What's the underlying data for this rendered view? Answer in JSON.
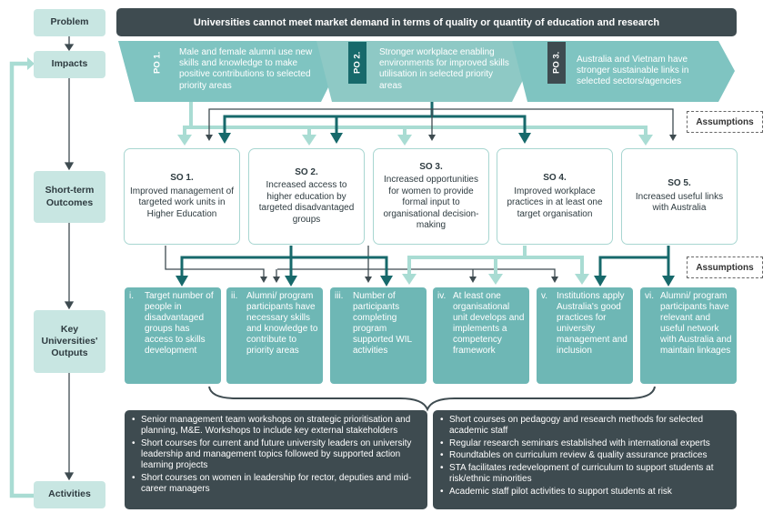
{
  "labels": {
    "problem": "Problem",
    "impacts": "Impacts",
    "short_term": "Short-term Outcomes",
    "outputs": "Key Universities' Outputs",
    "activities": "Activities"
  },
  "problem": "Universities cannot meet market demand in terms of quality or quantity of education and research",
  "impacts": [
    {
      "tag": "PO 1.",
      "text": "Male and female alumni use new skills and knowledge to make positive contributions to selected priority areas"
    },
    {
      "tag": "PO 2.",
      "text": "Stronger workplace enabling environments for improved skills utilisation in selected priority areas"
    },
    {
      "tag": "PO 3.",
      "text": "Australia and Vietnam have stronger sustainable links in selected sectors/agencies"
    }
  ],
  "assumptions": [
    "Assumptions",
    "Assumptions"
  ],
  "short_term_outcomes": [
    {
      "id": "SO 1.",
      "text": "Improved management of targeted work units in Higher Education"
    },
    {
      "id": "SO 2.",
      "text": "Increased access to higher education by targeted disadvantaged groups"
    },
    {
      "id": "SO 3.",
      "text": "Increased opportunities for women to provide formal input to organisational decision-making"
    },
    {
      "id": "SO 4.",
      "text": "Improved workplace practices in at least one target organisation"
    },
    {
      "id": "SO 5.",
      "text": "Increased useful links with Australia"
    }
  ],
  "outputs": [
    {
      "num": "i.",
      "text": "Target number of people in disadvantaged groups has access to skills development"
    },
    {
      "num": "ii.",
      "text": "Alumni/ program participants have necessary skills and knowledge to contribute to priority areas"
    },
    {
      "num": "iii.",
      "text": "Number of participants completing program supported WIL activities"
    },
    {
      "num": "iv.",
      "text": "At least one organisational unit develops and implements a competency framework"
    },
    {
      "num": "v.",
      "text": "Institutions apply Australia's good practices for university management and inclusion"
    },
    {
      "num": "vi.",
      "text": "Alumni/ program participants have relevant and useful network with Australia and maintain linkages"
    }
  ],
  "activities_left": [
    "Senior management team workshops on strategic prioritisation and planning, M&E. Workshops to include key external stakeholders",
    "Short courses for current and future university leaders on university leadership and management topics followed by supported action learning projects",
    "Short courses on women in leadership for rector, deputies and mid-career managers"
  ],
  "activities_right": [
    "Short courses on pedagogy and research methods for selected academic staff",
    "Regular research seminars established with international experts",
    "Roundtables on curriculum review & quality assurance practices",
    "STA facilitates redevelopment of curriculum to support students at risk/ethnic minorities",
    "Academic staff pilot activities to support students at risk"
  ],
  "colors": {
    "dark": "#3e4b50",
    "teal": "#6eb7b5",
    "light": "#c8e6e2",
    "po_bg": "#7fc4c1",
    "arrow_dark": "#17696b",
    "arrow_light": "#a9dcd3",
    "arrow_grey": "#3e4b50"
  }
}
